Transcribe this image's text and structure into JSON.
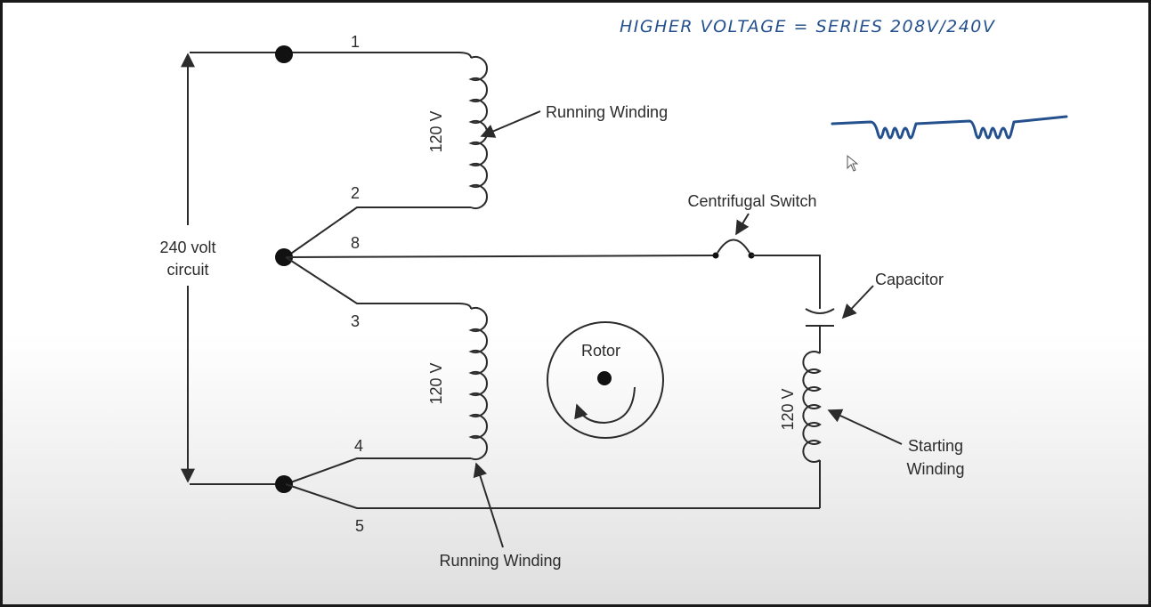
{
  "annotation": {
    "handwritten_note": "HIGHER VOLTAGE = SERIES 208V/240V",
    "ink_color": "#24508e"
  },
  "diagram": {
    "supply_label_line1": "240 volt",
    "supply_label_line2": "circuit",
    "lead_1": "1",
    "lead_2": "2",
    "lead_8": "8",
    "lead_3": "3",
    "lead_4": "4",
    "lead_5": "5",
    "coil_top_voltage": "120 V",
    "coil_bottom_voltage": "120 V",
    "coil_start_voltage": "120 V",
    "running_winding_top": "Running Winding",
    "running_winding_bottom": "Running Winding",
    "centrifugal_switch": "Centrifugal Switch",
    "capacitor": "Capacitor",
    "starting_winding_line1": "Starting",
    "starting_winding_line2": "Winding",
    "rotor": "Rotor"
  },
  "colors": {
    "line": "#2b2b2b",
    "frame": "#1a1a1a"
  }
}
